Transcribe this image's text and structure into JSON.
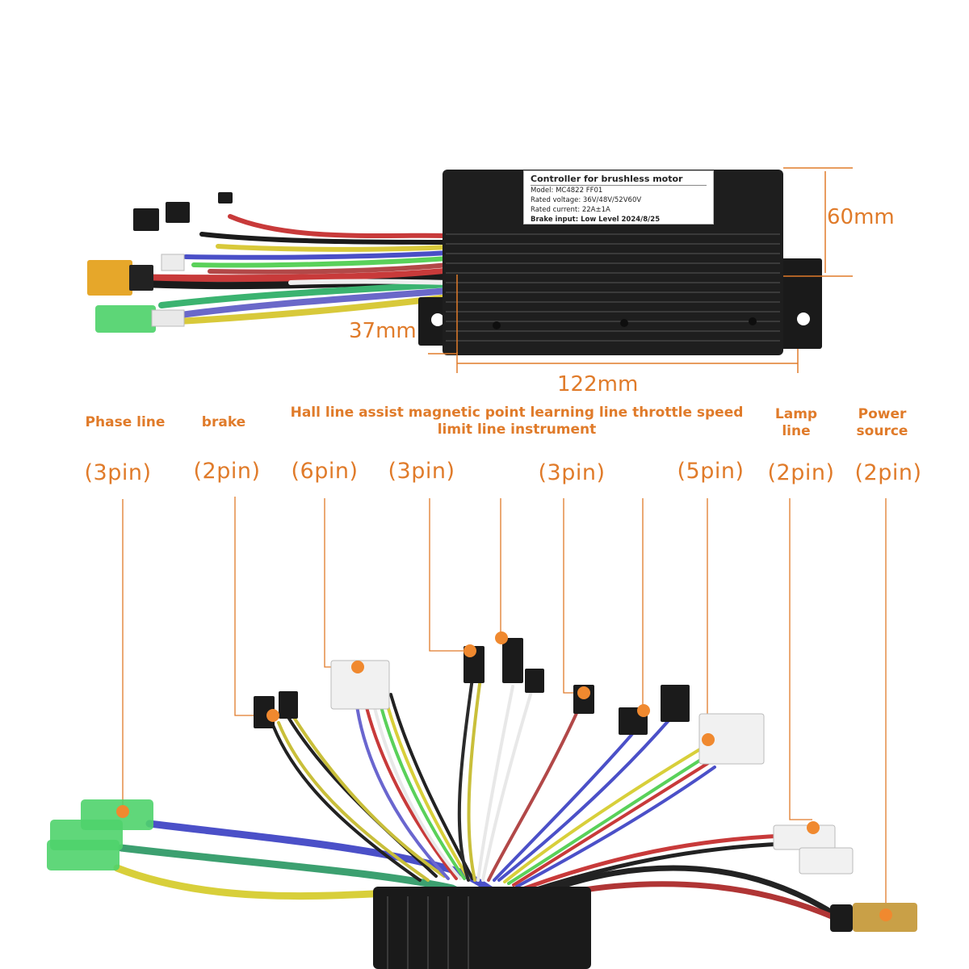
{
  "controller": {
    "sticker_title": "Controller for brushless motor",
    "model": "Model: MC4822 FF01",
    "rated_voltage": "Rated voltage: 36V/48V/52V60V",
    "rated_current": "Rated current: 22A±1A",
    "brake_input": "Brake input: Low Level 2024/8/25"
  },
  "dimensions": {
    "height": "60mm",
    "depth": "37mm",
    "length": "122mm"
  },
  "labels": [
    {
      "id": "phase",
      "text": "Phase line",
      "pin": "(3pin)"
    },
    {
      "id": "brake",
      "text": "brake",
      "pin": "(2pin)"
    },
    {
      "id": "hall",
      "text": "Hall line assist magnetic point learning line throttle speed limit line instrument",
      "pins": [
        "(6pin)",
        "(3pin)",
        "(3pin)",
        "(5pin)"
      ]
    },
    {
      "id": "lamp",
      "text": "Lamp line",
      "pin": "(2pin)"
    },
    {
      "id": "power",
      "text": "Power source",
      "pin": "(2pin)"
    }
  ],
  "colors": {
    "accent_orange": "#e07b2a",
    "controller_body": "#1e1e1e",
    "phase_green": "#4fd36b"
  }
}
